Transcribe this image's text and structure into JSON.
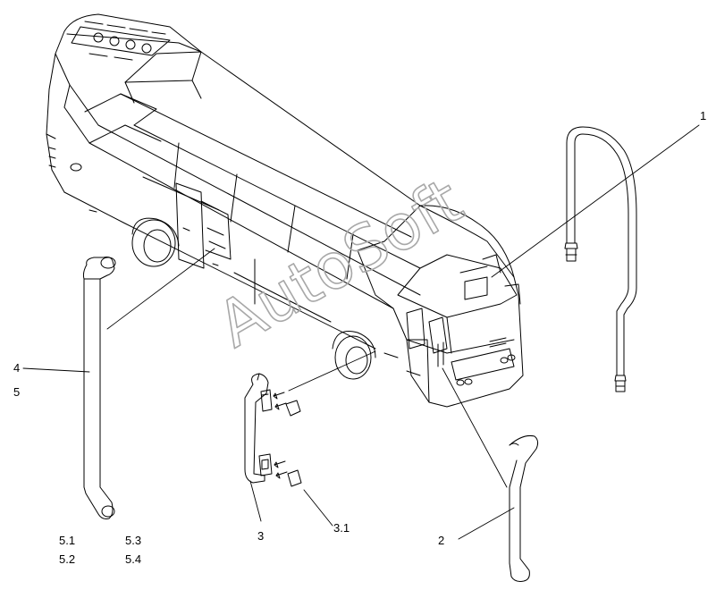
{
  "callouts": {
    "c1": "1",
    "c2": "2",
    "c3": "3",
    "c3_1": "3.1",
    "c4": "4",
    "c5": "5",
    "c5_1": "5.1",
    "c5_2": "5.2",
    "c5_3": "5.3",
    "c5_4": "5.4"
  },
  "watermark": {
    "text": "AutoSoft",
    "color": "#a8a8a8"
  },
  "colors": {
    "line": "#000000",
    "background": "#ffffff"
  }
}
